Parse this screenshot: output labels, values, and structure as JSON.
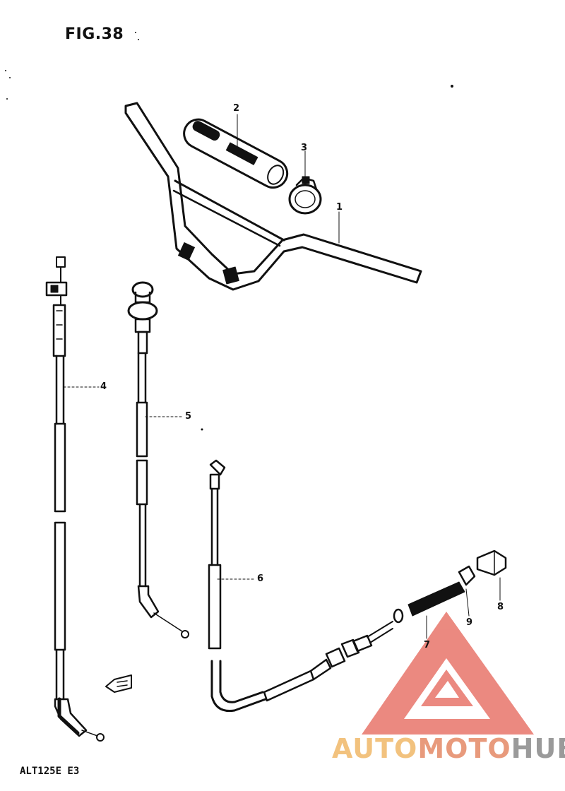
{
  "figure": {
    "title": "FIG.38",
    "model": "ALT125E  E3"
  },
  "callouts": {
    "p1": "1",
    "p2": "2",
    "p3": "3",
    "p4": "4",
    "p5": "5",
    "p6": "6",
    "p7": "7",
    "p8": "8",
    "p9": "9"
  },
  "watermark": {
    "part1": "AUTO",
    "part2": "MOTO",
    "part3": "HUB"
  },
  "colors": {
    "ink": "#111111",
    "watermark_red": "#e86a5c",
    "watermark_yellow": "#f2c27e",
    "watermark_gray": "#9a9a9a"
  }
}
